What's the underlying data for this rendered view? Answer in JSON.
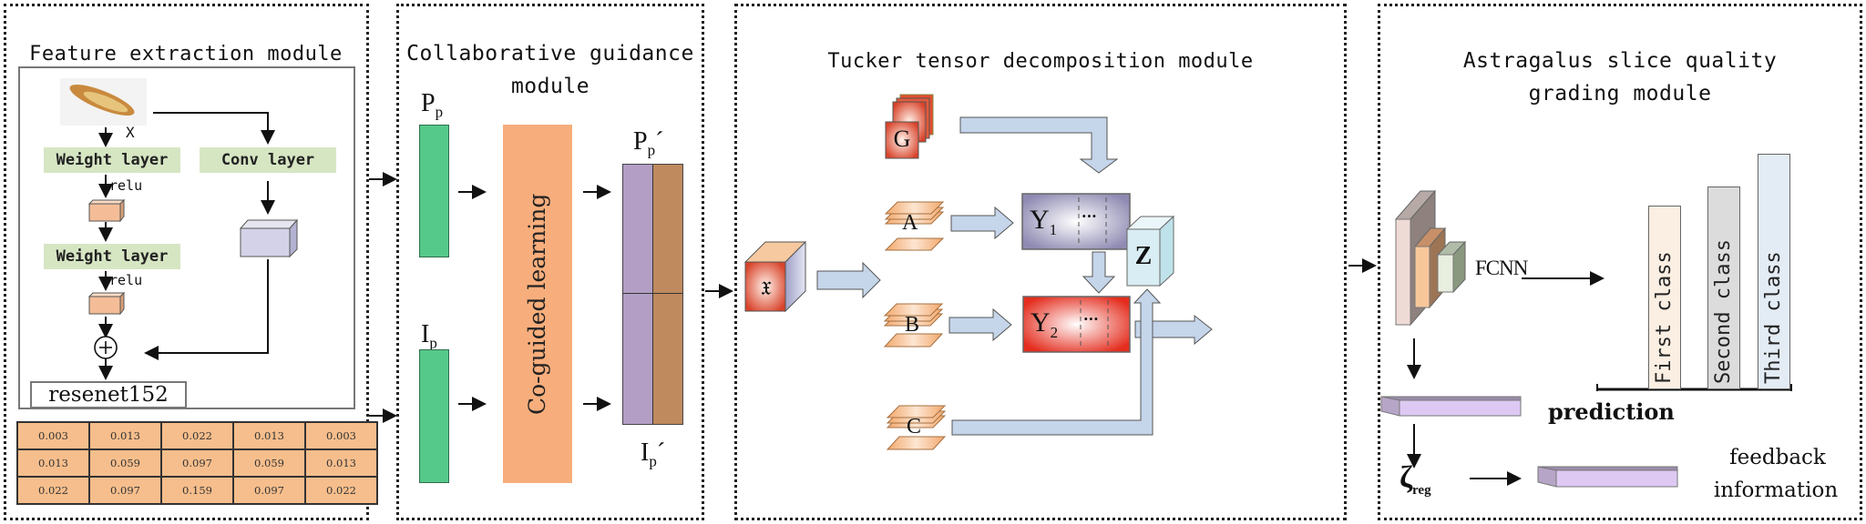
{
  "figure": {
    "type": "architecture-diagram",
    "connectors": [
      "arrow-right",
      "arrow-right",
      "arrow-right",
      "arrow-right"
    ]
  },
  "feature_extraction": {
    "title": "Feature extraction module",
    "input_label": "X",
    "input_icon": "astragalus-slice-image",
    "weight_layer_1": "Weight layer",
    "weight_layer_2": "Weight layer",
    "conv_layer": "Conv layer",
    "relu_1": "relu",
    "relu_2": "relu",
    "add_symbol": "+",
    "backbone": "resenet152",
    "kernel_table": [
      [
        "0.003",
        "0.013",
        "0.022",
        "0.013",
        "0.003"
      ],
      [
        "0.013",
        "0.059",
        "0.097",
        "0.059",
        "0.013"
      ],
      [
        "0.022",
        "0.097",
        "0.159",
        "0.097",
        "0.022"
      ]
    ]
  },
  "collaborative_guidance": {
    "title_line1": "Collaborative guidance",
    "title_line2": "module",
    "pp_label": "P",
    "pp_sub": "p",
    "ip_label": "I",
    "ip_sub": "p",
    "block_label": "Co-guided learning",
    "pp_prime_label": "P",
    "pp_prime_sub": "p",
    "ip_prime_label": "I",
    "ip_prime_sub": "p",
    "prime_mark": "´",
    "colors": {
      "feature": "#55c98a",
      "coguided": "#f8ae7c",
      "left_half": "#b39fc6",
      "right_half": "#bf8a5e"
    }
  },
  "tucker": {
    "title": "Tucker tensor decomposition module",
    "input_tensor": "𝔵",
    "core_tensor": "G",
    "factor_a": "A",
    "factor_b": "B",
    "factor_c": "C",
    "y1_label": "Y",
    "y1_sub": "1",
    "y2_label": "Y",
    "y2_sub": "2",
    "ellipsis": "···",
    "output": "Z",
    "colors": {
      "arrow": "#c5d5ea",
      "y1": "#a9a6c6",
      "y2": "#e63c2c",
      "z": "#d9eef4"
    }
  },
  "grading": {
    "title_line1": "Astragalus slice quality",
    "title_line2": "grading module",
    "fcnn_label": "FCNN",
    "classes": [
      "First class",
      "Second class",
      "Third class"
    ],
    "class_colors": [
      "#fbeee2",
      "#dcdcdc",
      "#e3ebf5"
    ],
    "prediction_label": "prediction",
    "loss_symbol": "ζ",
    "loss_sub": "reg",
    "feedback_line1": "feedback",
    "feedback_line2": "information"
  }
}
